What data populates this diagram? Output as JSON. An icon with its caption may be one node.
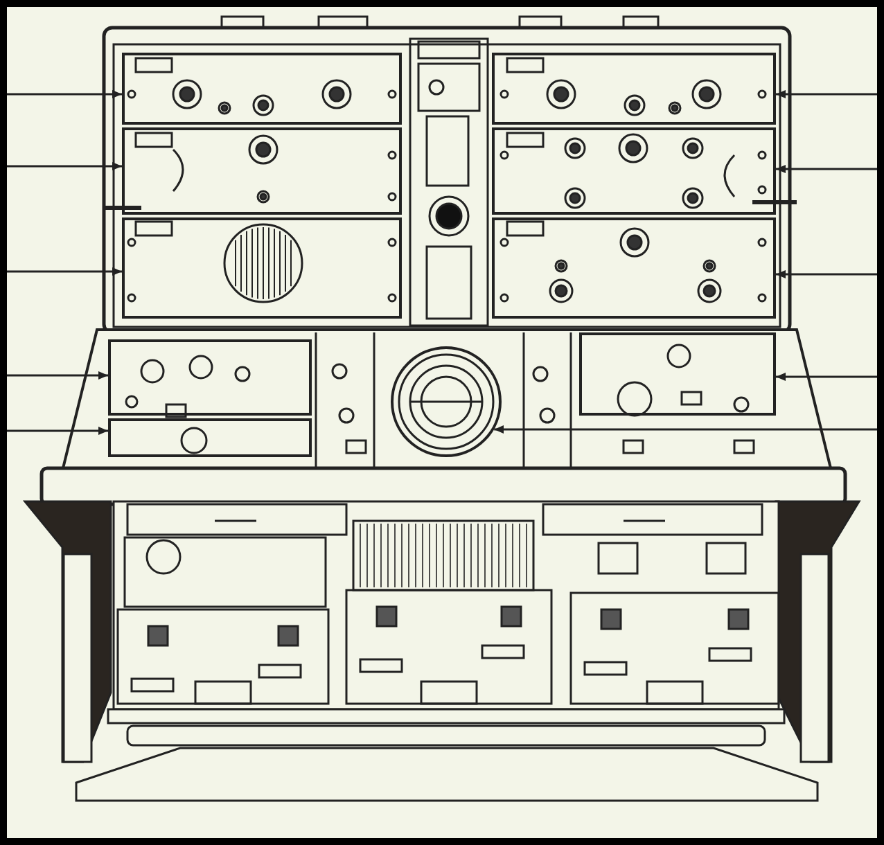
{
  "diagram": {
    "nodes": [
      {
        "text": [],
        "shape": "box"
      },
      {
        "text": [],
        "shape": "box"
      },
      {
        "text": [],
        "shape": "box"
      },
      {
        "text": [],
        "shape": "box"
      },
      {
        "text": [],
        "shape": "box"
      },
      {
        "text": [],
        "shape": "box"
      },
      {
        "text": [],
        "shape": "box"
      },
      {
        "text": [],
        "shape": "box"
      },
      {
        "text": [],
        "shape": "box"
      },
      {
        "text": [],
        "shape": "circle"
      }
    ],
    "edges": [
      {
        "from": null,
        "to": 0,
        "arrow": "to"
      },
      {
        "from": null,
        "to": 1,
        "arrow": "to"
      },
      {
        "from": null,
        "to": 2,
        "arrow": "to"
      },
      {
        "from": null,
        "to": 3,
        "arrow": "to"
      },
      {
        "from": null,
        "to": 4,
        "arrow": "to"
      },
      {
        "from": null,
        "to": 5,
        "arrow": "to"
      },
      {
        "from": null,
        "to": 6,
        "arrow": "to"
      },
      {
        "from": null,
        "to": 7,
        "arrow": "to"
      },
      {
        "from": null,
        "to": 8,
        "arrow": "to"
      },
      {
        "from": null,
        "to": 9,
        "arrow": "to"
      }
    ]
  }
}
